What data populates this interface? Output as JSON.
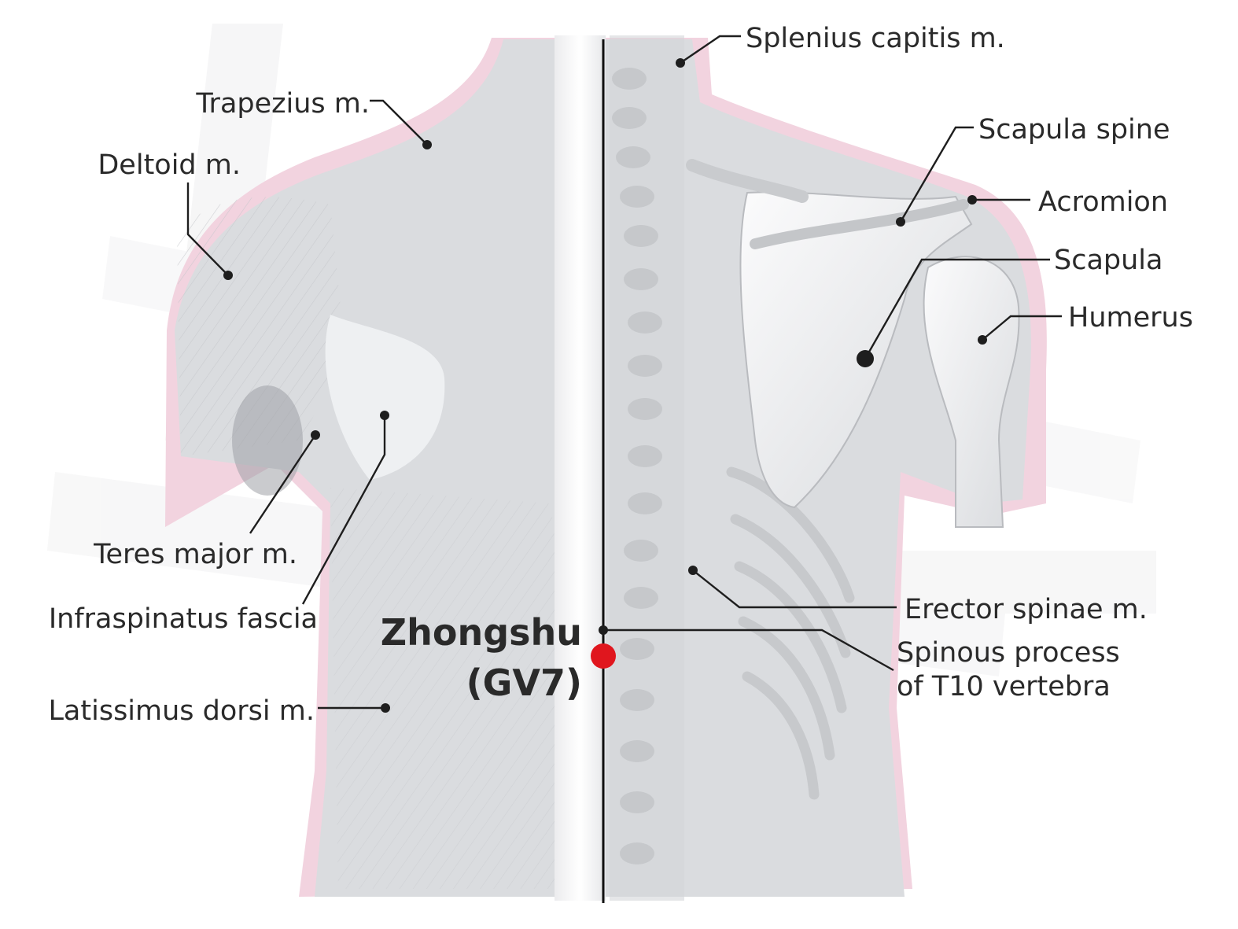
{
  "colors": {
    "acupoint": "#e0161e",
    "tissue_pink": "#f2d3df",
    "body_gray": "#dadcdf",
    "bone_white": "#f1f2f4",
    "text": "#2a2a2a",
    "line": "#1e1e1e"
  },
  "acupoint": {
    "name": "Zhongshu",
    "code": "(GV7)"
  },
  "labels": {
    "splenius_capitis": "Splenius capitis m.",
    "trapezius": "Trapezius m.",
    "deltoid": "Deltoid m.",
    "scapula_spine": "Scapula spine",
    "acromion": "Acromion",
    "scapula": "Scapula",
    "humerus": "Humerus",
    "teres_major": "Teres major m.",
    "infraspinatus_fascia": "Infraspinatus fascia",
    "erector_spinae": "Erector spinae m.",
    "spinous_process_line1": "Spinous process",
    "spinous_process_line2": "of T10 vertebra",
    "latissimus_dorsi": "Latissimus dorsi m."
  }
}
